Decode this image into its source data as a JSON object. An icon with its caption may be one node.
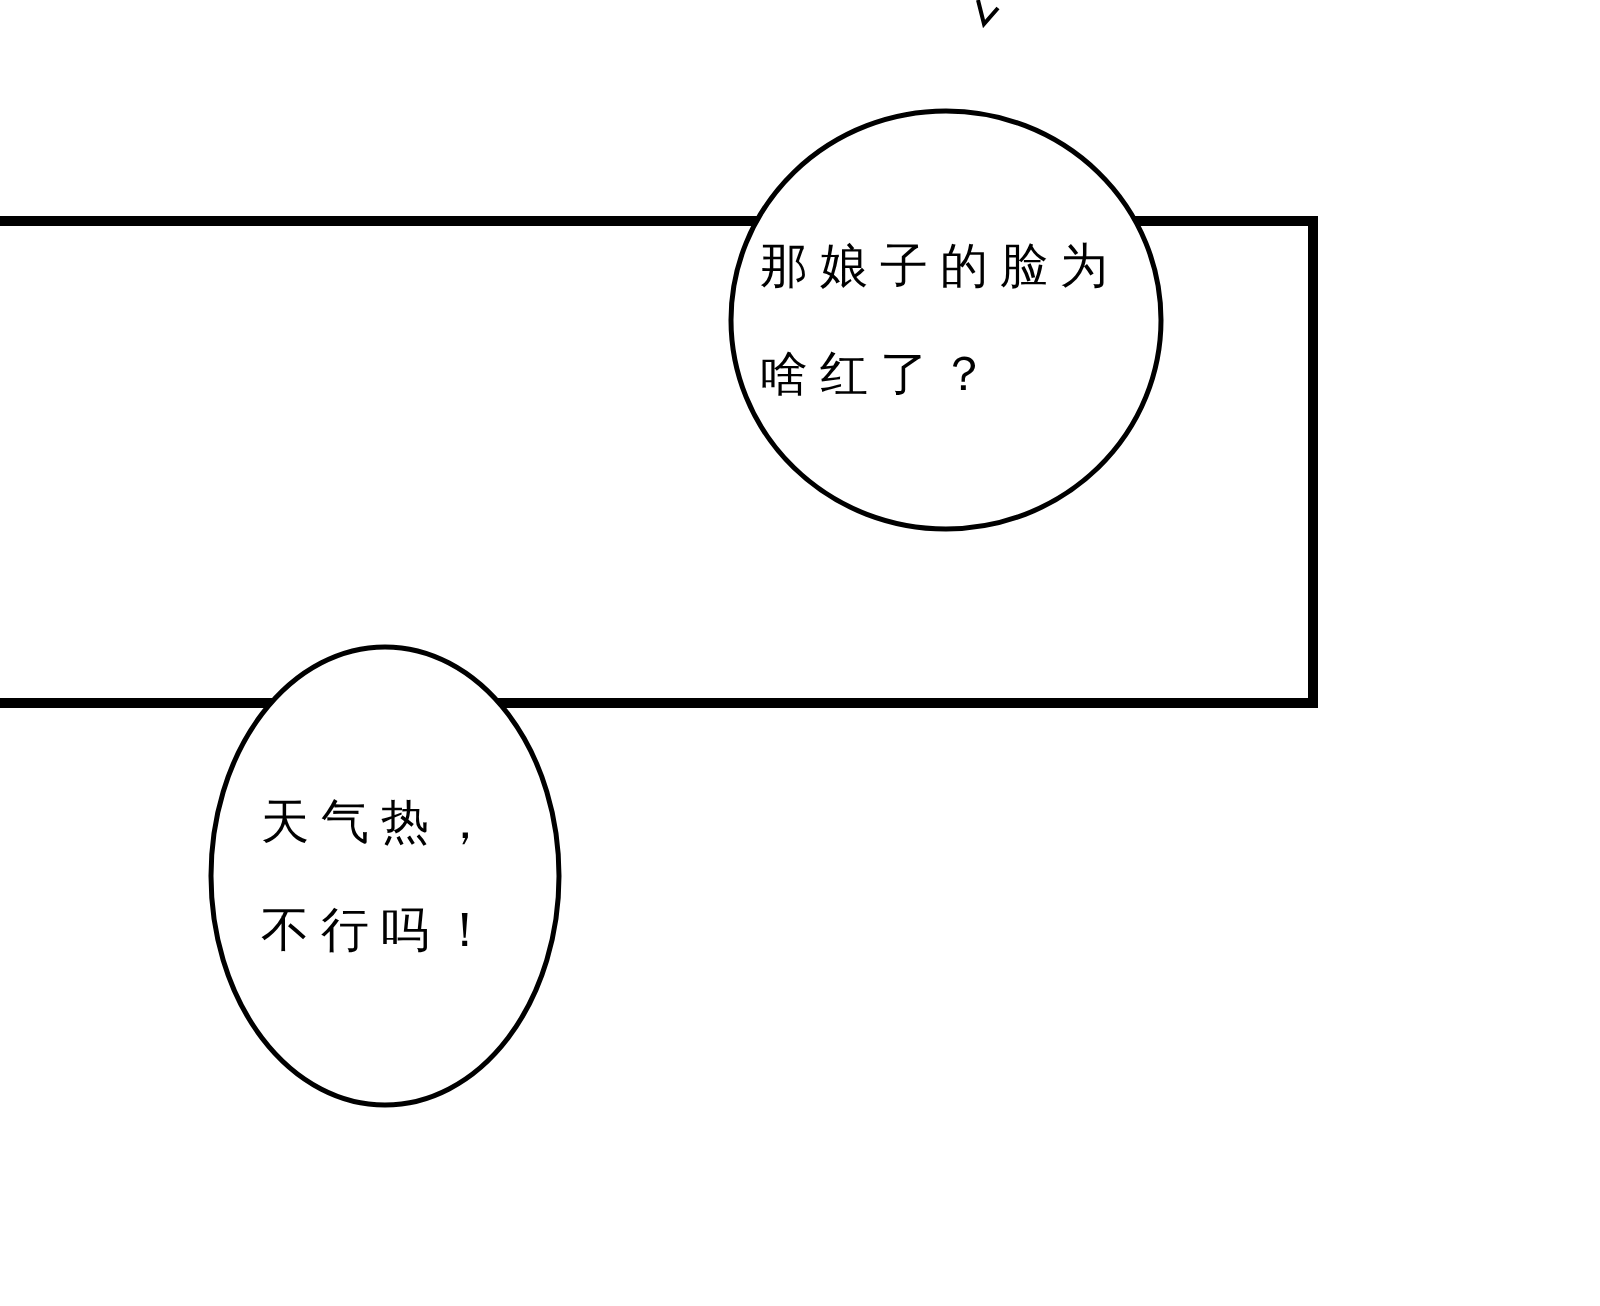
{
  "diagram": {
    "nodes": [
      {
        "text": [],
        "shape": "box"
      },
      {
        "text": [
          "那娘子的脸为啥红了？"
        ]
      },
      {
        "text": [
          "天气热，不行吗！"
        ]
      }
    ],
    "edges": []
  }
}
